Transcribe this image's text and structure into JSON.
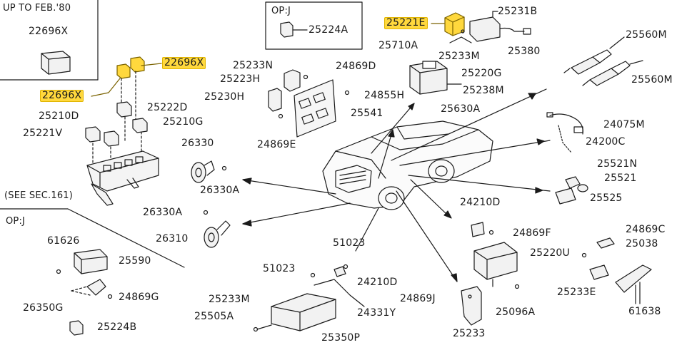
{
  "colors": {
    "ink": "#1a1a1a",
    "highlight": "#ffd83d",
    "highlight_border": "#e0b400"
  },
  "notes": {
    "up_to": "UP TO FEB.'80",
    "op_top": "OP:J",
    "op_left": "OP:J",
    "see_sec": "(SEE SEC.161)"
  },
  "parts": {
    "p22696X_box": "22696X",
    "p22696X_hl_right": "22696X",
    "p22696X_hl_left": "22696X",
    "p25222D": "25222D",
    "p25210D": "25210D",
    "p25210G": "25210G",
    "p25221V": "25221V",
    "p25224A": "25224A",
    "p25221E": "25221E",
    "p25231B": "25231B",
    "p25710A": "25710A",
    "p25233M_top": "25233M",
    "p25380": "25380",
    "p25233N": "25233N",
    "p25223H": "25223H",
    "p24869D": "24869D",
    "p25230H": "25230H",
    "p24855H": "24855H",
    "p25541": "25541",
    "p24869E": "24869E",
    "p25220G": "25220G",
    "p25238M": "25238M",
    "p25630A": "25630A",
    "p25560M_top": "25560M",
    "p25560M_bottom": "25560M",
    "p24075M": "24075M",
    "p24200C": "24200C",
    "p25521N": "25521N",
    "p25521": "25521",
    "p25525": "25525",
    "p26330": "26330",
    "p26330A_top": "26330A",
    "p26330A_left": "26330A",
    "p26310": "26310",
    "p61626": "61626",
    "p25590": "25590",
    "p24869G": "24869G",
    "p26350G": "26350G",
    "p25224B": "25224B",
    "p51023_top": "51023",
    "p51023_left": "51023",
    "p24210D_mid": "24210D",
    "p25233M_bottom": "25233M",
    "p25505A": "25505A",
    "p24331Y": "24331Y",
    "p25350P": "25350P",
    "p24210D_right": "24210D",
    "p24869F": "24869F",
    "p25220U": "25220U",
    "p24869J": "24869J",
    "p25096A": "25096A",
    "p25233": "25233",
    "p24869C": "24869C",
    "p25038": "25038",
    "p25233E": "25233E",
    "p61638": "61638"
  }
}
